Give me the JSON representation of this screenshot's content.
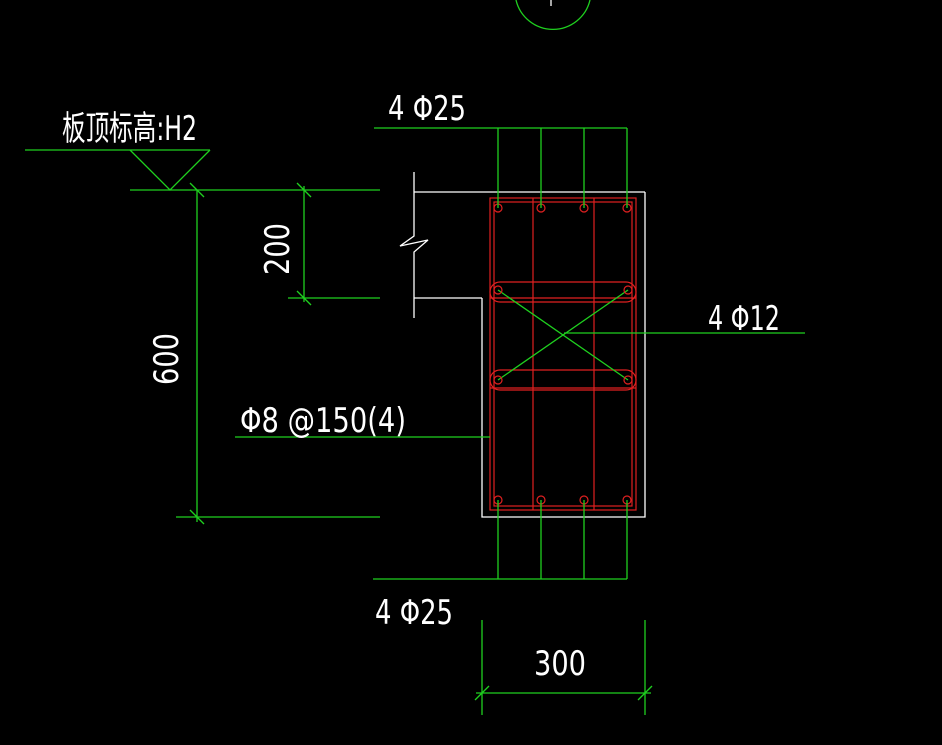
{
  "labels": {
    "slab_top_elevation": "板顶标高:H2",
    "top_rebar": "4 Φ25",
    "side_rebar": "4 Φ12",
    "stirrup": "Φ8 @150(4)",
    "bottom_rebar": "4 Φ25",
    "dim_height": "600",
    "dim_slab": "200",
    "dim_width": "300"
  },
  "colors": {
    "background": "#000000",
    "dimension_lines": "#1fd01f",
    "outline": "#ffffff",
    "rebar": "#e02020",
    "text": "#ffffff"
  },
  "icons": {
    "elevation_marker": "elevation-triangle-icon",
    "break_line": "break-line-icon"
  }
}
